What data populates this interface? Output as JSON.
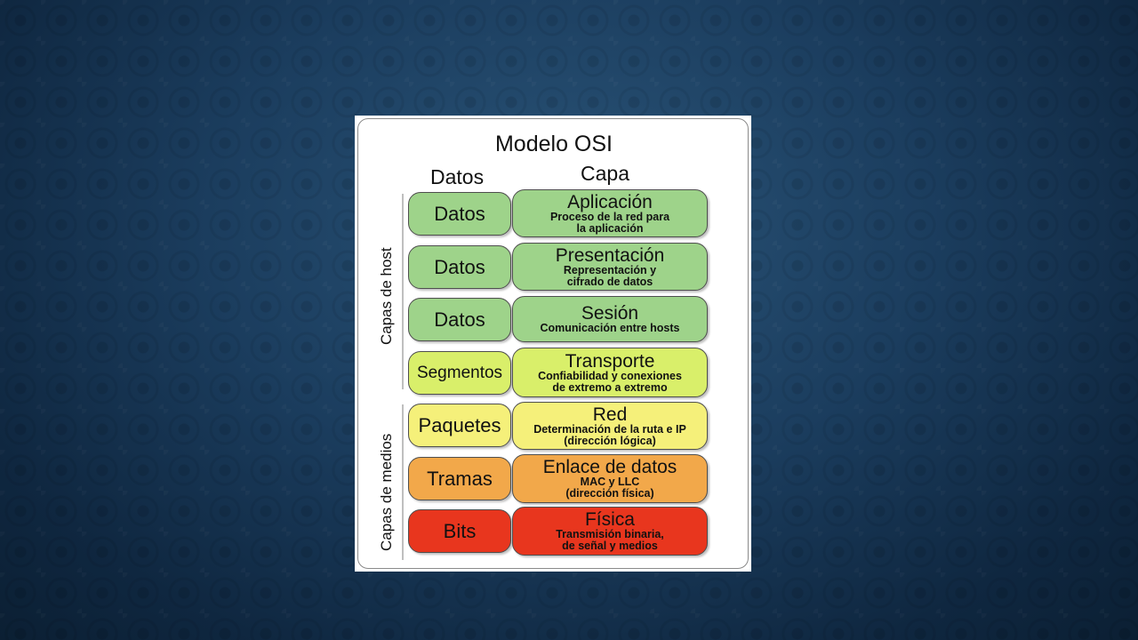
{
  "diagram": {
    "title": "Modelo OSI",
    "column_headers": {
      "data": "Datos",
      "layer": "Capa"
    },
    "groups": [
      {
        "label": "Capas de host"
      },
      {
        "label": "Capas de medios"
      }
    ],
    "rows": [
      {
        "data": "Datos",
        "layer": "Aplicación",
        "desc1": "Proceso de la red para",
        "desc2": "la aplicación",
        "color": "#9ed38a"
      },
      {
        "data": "Datos",
        "layer": "Presentación",
        "desc1": "Representación y",
        "desc2": "cifrado de datos",
        "color": "#9ed38a"
      },
      {
        "data": "Datos",
        "layer": "Sesión",
        "desc1": "Comunicación entre hosts",
        "desc2": "",
        "color": "#9ed38a"
      },
      {
        "data": "Segmentos",
        "layer": "Transporte",
        "desc1": "Confiabilidad y conexiones",
        "desc2": "de extremo a extremo",
        "color": "#d9ef6a"
      },
      {
        "data": "Paquetes",
        "layer": "Red",
        "desc1": "Determinación de la ruta e IP",
        "desc2": "(dirección lógica)",
        "color": "#f5f07a"
      },
      {
        "data": "Tramas",
        "layer": "Enlace de datos",
        "desc1": "MAC y LLC",
        "desc2": "(dirección física)",
        "color": "#f2a84a"
      },
      {
        "data": "Bits",
        "layer": "Física",
        "desc1": "Transmisión binaria,",
        "desc2": "de señal y medios",
        "color": "#e8361e"
      }
    ]
  }
}
